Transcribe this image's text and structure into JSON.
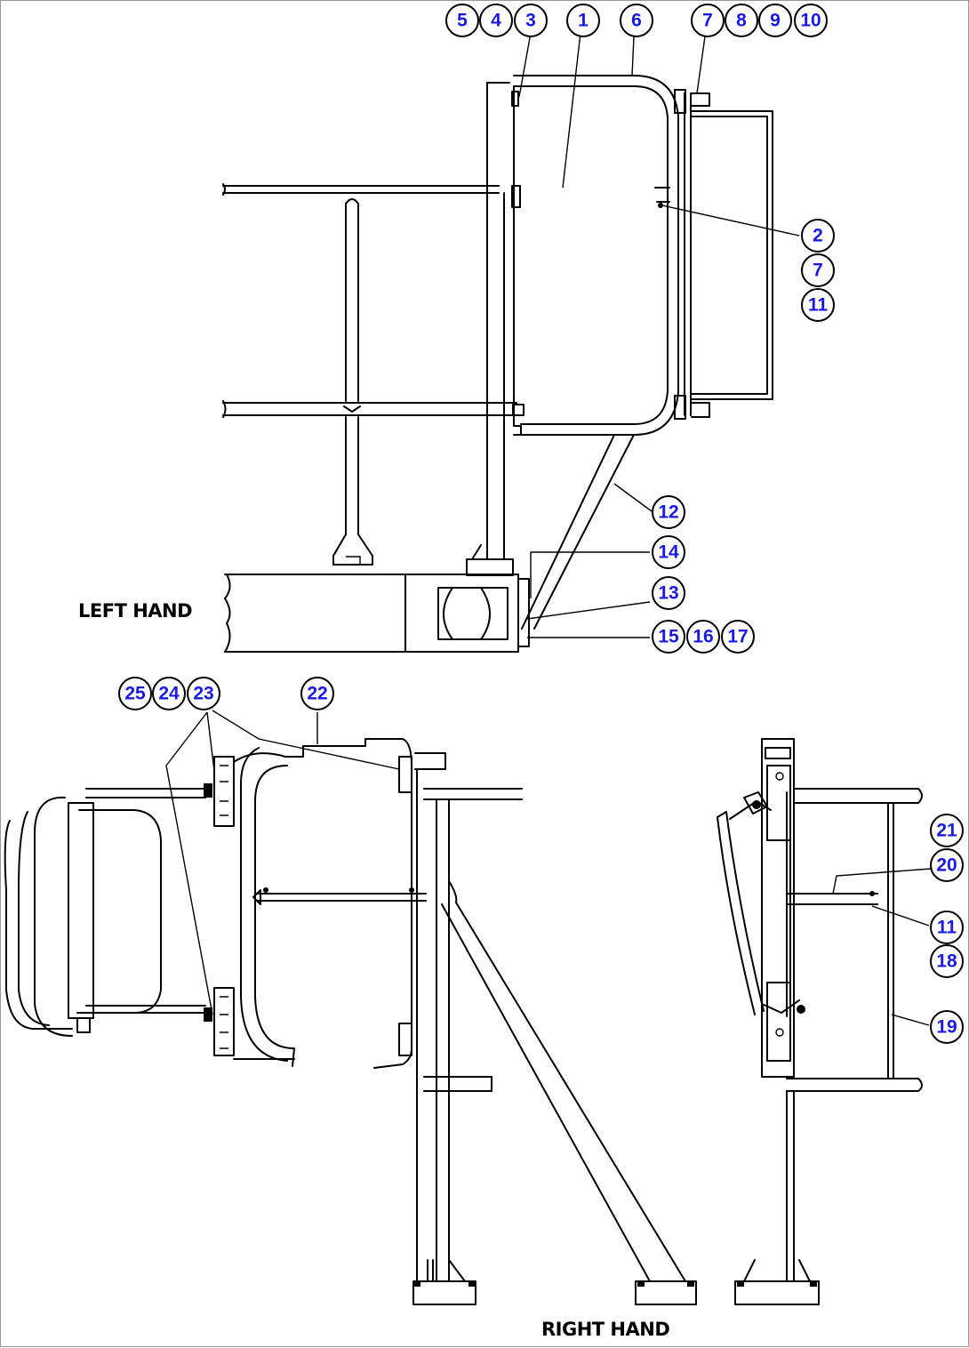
{
  "labels": {
    "left_hand": "LEFT HAND",
    "right_hand": "RIGHT HAND"
  },
  "callouts": [
    {
      "id": "5",
      "text": "5"
    },
    {
      "id": "4",
      "text": "4"
    },
    {
      "id": "3",
      "text": "3"
    },
    {
      "id": "1",
      "text": "1"
    },
    {
      "id": "6",
      "text": "6"
    },
    {
      "id": "7a",
      "text": "7"
    },
    {
      "id": "8",
      "text": "8"
    },
    {
      "id": "9",
      "text": "9"
    },
    {
      "id": "10",
      "text": "10"
    },
    {
      "id": "2",
      "text": "2"
    },
    {
      "id": "7b",
      "text": "7"
    },
    {
      "id": "11a",
      "text": "11"
    },
    {
      "id": "12",
      "text": "12"
    },
    {
      "id": "14",
      "text": "14"
    },
    {
      "id": "13",
      "text": "13"
    },
    {
      "id": "15",
      "text": "15"
    },
    {
      "id": "16",
      "text": "16"
    },
    {
      "id": "17",
      "text": "17"
    },
    {
      "id": "25",
      "text": "25"
    },
    {
      "id": "24",
      "text": "24"
    },
    {
      "id": "23",
      "text": "23"
    },
    {
      "id": "22",
      "text": "22"
    },
    {
      "id": "21",
      "text": "21"
    },
    {
      "id": "20",
      "text": "20"
    },
    {
      "id": "11b",
      "text": "11"
    },
    {
      "id": "18",
      "text": "18"
    },
    {
      "id": "19",
      "text": "19"
    }
  ]
}
